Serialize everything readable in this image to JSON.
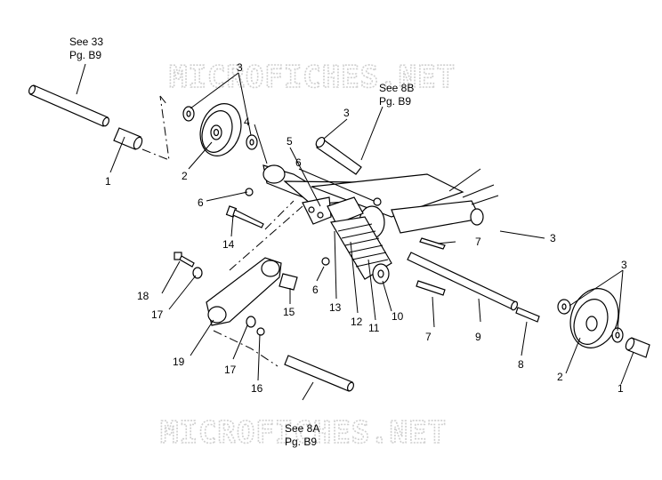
{
  "watermark": "MICROFICHES.NET",
  "references": {
    "ref_33": {
      "line1": "See 33",
      "line2": "Pg. B9"
    },
    "ref_8b": {
      "line1": "See 8B",
      "line2": "Pg. B9"
    },
    "ref_8a": {
      "line1": "See 8A",
      "line2": "Pg. B9"
    }
  },
  "callouts": {
    "c1a": "1",
    "c1b": "1",
    "c2a": "2",
    "c2b": "2",
    "c3a": "3",
    "c3b": "3",
    "c3c": "3",
    "c3d": "3",
    "c4": "4",
    "c5": "5",
    "c6a": "6",
    "c6b": "6",
    "c6c": "6",
    "c7a": "7",
    "c7b": "7",
    "c8": "8",
    "c9": "9",
    "c10": "10",
    "c11": "11",
    "c12": "12",
    "c13": "13",
    "c14": "14",
    "c15": "15",
    "c16": "16",
    "c17a": "17",
    "c17b": "17",
    "c18": "18",
    "c19": "19"
  }
}
